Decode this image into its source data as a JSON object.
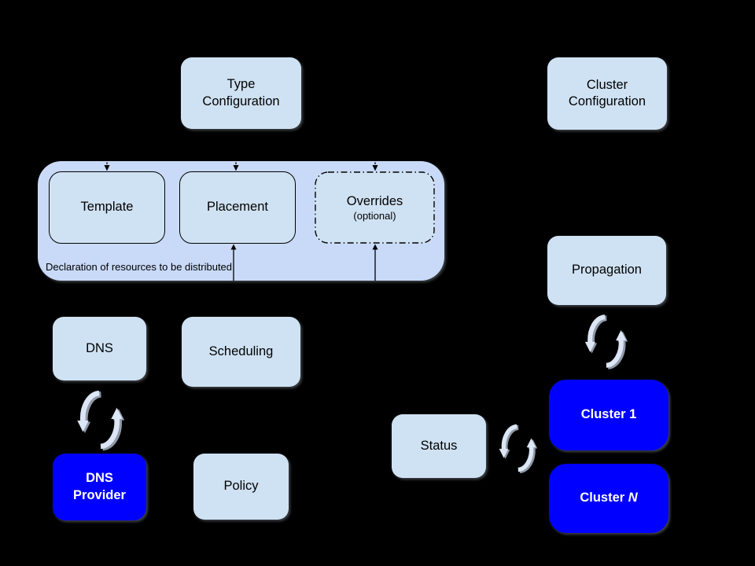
{
  "colors": {
    "canvas_bg": "#000000",
    "box_light": "#cfe2f3",
    "container_bg": "#c9daf8",
    "box_blue": "#0000ff",
    "box_border": "#000000",
    "text_dark": "#000000",
    "text_light": "#ffffff",
    "sync_light": "#dce6f4",
    "sync_shade": "#8f99a8",
    "arrow": "#000000"
  },
  "diagram": {
    "type_configuration": {
      "label": "Type\nConfiguration"
    },
    "cluster_configuration": {
      "label": "Cluster\nConfiguration"
    },
    "resource_declaration": {
      "caption": "Declaration of resources to be distributed",
      "template": {
        "label": "Template"
      },
      "placement": {
        "label": "Placement"
      },
      "overrides": {
        "label": "Overrides",
        "sublabel": "(optional)"
      }
    },
    "dns": {
      "label": "DNS"
    },
    "scheduling": {
      "label": "Scheduling"
    },
    "dns_provider": {
      "label": "DNS\nProvider"
    },
    "policy": {
      "label": "Policy"
    },
    "propagation": {
      "label": "Propagation"
    },
    "status": {
      "label": "Status"
    },
    "cluster_1": {
      "label": "Cluster 1"
    },
    "cluster_n": {
      "label_prefix": "Cluster ",
      "label_suffix_italic": "N"
    },
    "icons": {
      "sync_dns": "sync-arrows-icon",
      "sync_propagation": "sync-arrows-icon",
      "sync_status": "sync-arrows-icon"
    }
  }
}
